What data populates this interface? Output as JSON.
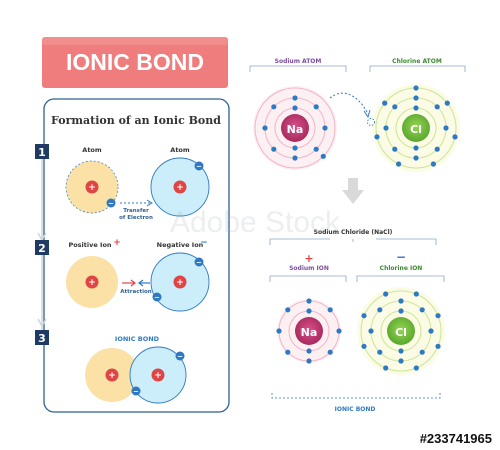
{
  "title": "IONIC BOND",
  "left_panel": {
    "heading": "Formation of an Ionic Bond",
    "steps": [
      {
        "number": "1",
        "left_label": "Atom",
        "right_label": "Atom",
        "arrow_label_line1": "Transfer",
        "arrow_label_line2": "of Electron"
      },
      {
        "number": "2",
        "left_label": "Positive Ion",
        "right_label": "Negative Ion",
        "arrow_label": "Attraction"
      },
      {
        "number": "3",
        "label": "IONIC BOND"
      }
    ]
  },
  "right_panel": {
    "sodium_atom_label": "Sodium ATOM",
    "chlorine_atom_label": "Chlorine ATOM",
    "sodium_symbol": "Na",
    "chlorine_symbol": "Cl",
    "compound_label": "Sodium Chloride (NaCl)",
    "sodium_ion_label": "Sodium ION",
    "chlorine_ion_label": "Chlorine ION",
    "bond_label": "IONIC BOND",
    "plus_sign": "+",
    "minus_sign": "−"
  },
  "watermark": "Adobe Stock",
  "image_id": "#233741965",
  "colors": {
    "title_bg": "#ee6e6f",
    "sodium_fill": "#fbe1a6",
    "chlorine_fill": "#cceefa",
    "electron": "#2e79c3",
    "nucleus_red": "#e04545",
    "sodium_core": "#c0396d",
    "chlorine_core": "#7fc241",
    "label_blue": "#2f5f93",
    "cl_green": "#3a8a2f",
    "na_purple": "#7b4ea0"
  }
}
